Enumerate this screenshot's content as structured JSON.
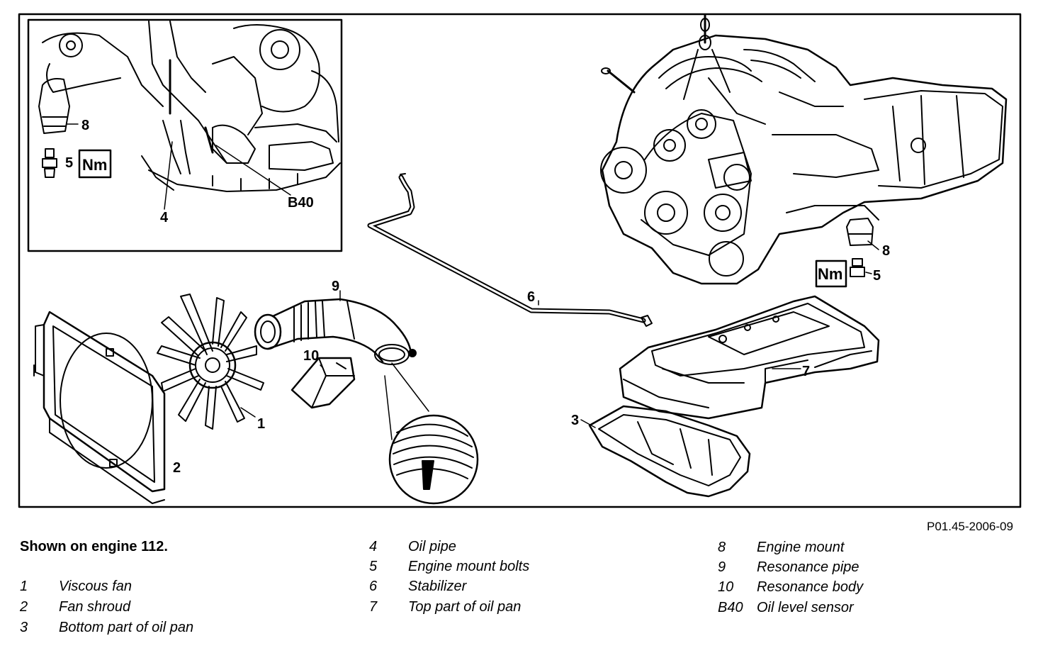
{
  "figure_id": "P01.45-2006-09",
  "caption": "Shown on engine 112.",
  "callouts": {
    "inset_8": "8",
    "inset_5": "5",
    "inset_4": "4",
    "inset_b40": "B40",
    "engine_8": "8",
    "engine_5": "5",
    "c9": "9",
    "c6": "6",
    "c10": "10",
    "c1": "1",
    "c2": "2",
    "c3": "3",
    "c7": "7"
  },
  "torque_label": "Nm",
  "legend": [
    {
      "num": "1",
      "text": "Viscous fan"
    },
    {
      "num": "2",
      "text": "Fan shroud"
    },
    {
      "num": "3",
      "text": "Bottom part of oil pan"
    },
    {
      "num": "4",
      "text": "Oil pipe"
    },
    {
      "num": "5",
      "text": "Engine mount bolts"
    },
    {
      "num": "6",
      "text": "Stabilizer"
    },
    {
      "num": "7",
      "text": "Top part of oil pan"
    },
    {
      "num": "8",
      "text": "Engine mount"
    },
    {
      "num": "9",
      "text": "Resonance pipe"
    },
    {
      "num": "10",
      "text": "Resonance body"
    },
    {
      "num": "B40",
      "text": "Oil level sensor"
    }
  ]
}
